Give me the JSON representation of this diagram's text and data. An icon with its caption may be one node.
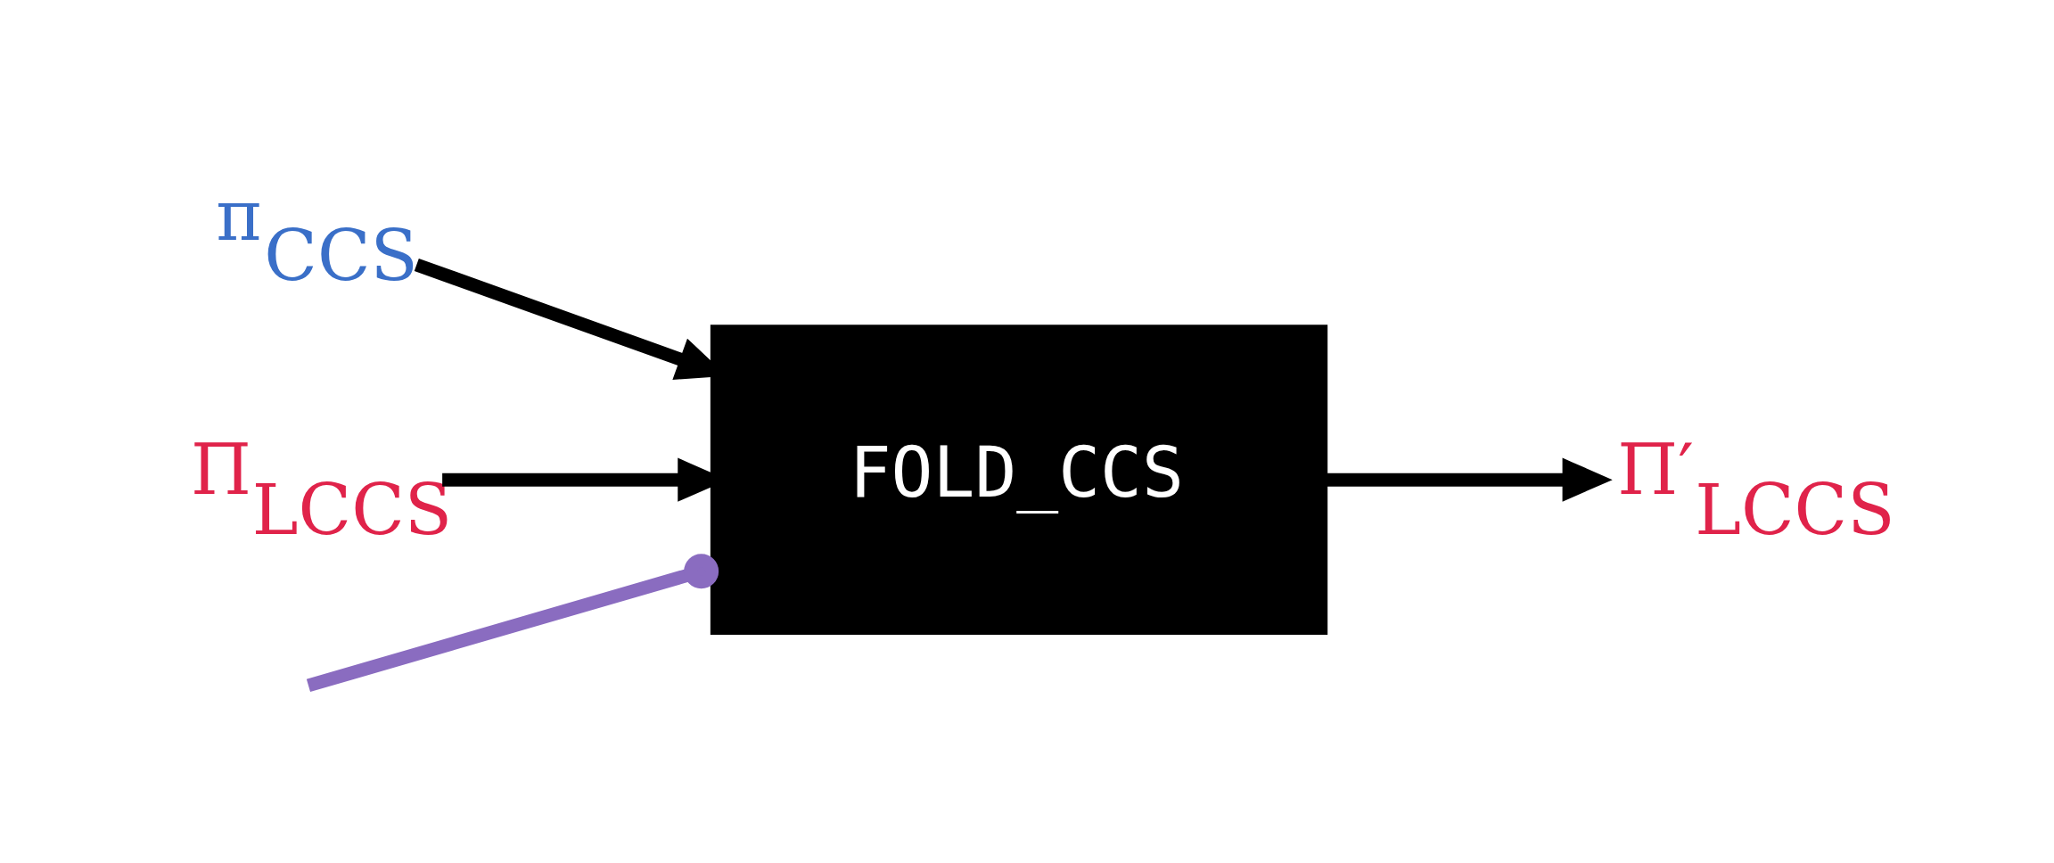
{
  "diagram": {
    "nodes": [
      {
        "text": [
          "π$_{CCS}$"
        ]
      },
      {
        "text": [
          "Π$_{LCCS}$"
        ]
      },
      {
        "text": [
          "FOLD_CCS"
        ]
      },
      {
        "text": [
          "Π′$_{LCCS}$"
        ]
      }
    ],
    "edges": [
      {
        "from": 0,
        "to": 2,
        "arrow": "to"
      },
      {
        "from": 1,
        "to": 2,
        "arrow": "to"
      },
      {
        "from": 2,
        "to": 3,
        "arrow": "to"
      },
      {
        "from": null,
        "to": 2,
        "arrow": "other",
        "color": "#8a6cc0"
      }
    ]
  }
}
